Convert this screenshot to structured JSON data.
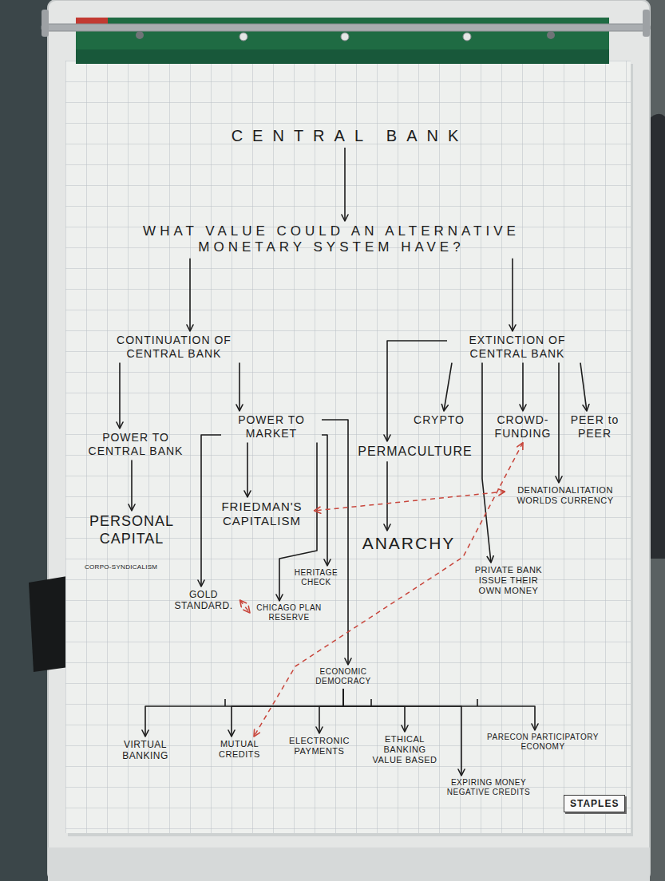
{
  "diagram": {
    "nodes": [
      {
        "text": [
          "CENTRAL BANK"
        ]
      },
      {
        "text": [
          "WHAT VALUE COULD AN ALTERNATIVE MONETARY SYSTEM HAVE?"
        ]
      },
      {
        "text": [
          "CONTINUATION OF CENTRAL BANK"
        ]
      },
      {
        "text": [
          "EXTINCTION OF CENTRAL BANK"
        ]
      },
      {
        "text": [
          "POWER TO CENTRAL BANK"
        ]
      },
      {
        "text": [
          "POWER TO MARKET"
        ]
      },
      {
        "text": [
          "CRYPTO"
        ]
      },
      {
        "text": [
          "CROWD-FUNDING"
        ]
      },
      {
        "text": [
          "PEER to PEER"
        ]
      },
      {
        "text": [
          "PERMACULTURE"
        ]
      },
      {
        "text": [
          "PERSONAL CAPITAL"
        ]
      },
      {
        "text": [
          "FRIEDMAN'S CAPITALISM"
        ]
      },
      {
        "text": [
          "ANARCHY"
        ]
      },
      {
        "text": [
          "DENATIONALITATION WORLDS CURRENCY"
        ]
      },
      {
        "text": [
          "HERITAGE CHECK"
        ]
      },
      {
        "text": [
          "GOLD STANDARD."
        ]
      },
      {
        "text": [
          "CHICAGO PLAN RESERVE"
        ]
      },
      {
        "text": [
          "PRIVATE BANK ISSUE THEIR OWN MONEY"
        ]
      },
      {
        "text": [
          "ECONOMIC DEMOCRACY"
        ]
      },
      {
        "text": [
          "VIRTUAL BANKING"
        ]
      },
      {
        "text": [
          "MUTUAL CREDITS"
        ]
      },
      {
        "text": [
          "ELECTRONIC PAYMENTS"
        ]
      },
      {
        "text": [
          "ETHICAL BANKING VALUE BASED"
        ]
      },
      {
        "text": [
          "EXPIRING MONEY NEGATIVE CREDITS"
        ]
      },
      {
        "text": [
          "PARECON PARTICIPATORY ECONOMY"
        ]
      }
    ],
    "edges": [
      {
        "from": 0,
        "to": 1,
        "arrow": "to"
      },
      {
        "from": 1,
        "to": 2,
        "arrow": "to"
      },
      {
        "from": 1,
        "to": 3,
        "arrow": "to"
      },
      {
        "from": 2,
        "to": 4,
        "arrow": "to"
      },
      {
        "from": 2,
        "to": 5,
        "arrow": "to"
      },
      {
        "from": 3,
        "to": 9,
        "arrow": "to"
      },
      {
        "from": 3,
        "to": 6,
        "arrow": "to"
      },
      {
        "from": 3,
        "to": 7,
        "arrow": "to"
      },
      {
        "from": 3,
        "to": 8,
        "arrow": "to"
      },
      {
        "from": 3,
        "to": 13,
        "arrow": "to"
      },
      {
        "from": 3,
        "to": 17,
        "arrow": "to"
      },
      {
        "from": 9,
        "to": 12,
        "arrow": "to"
      },
      {
        "from": 4,
        "to": 10,
        "arrow": "to"
      },
      {
        "from": 5,
        "to": 11,
        "arrow": "to"
      },
      {
        "from": 5,
        "to": 15,
        "arrow": "to"
      },
      {
        "from": 5,
        "to": 14,
        "arrow": "to"
      },
      {
        "from": 5,
        "to": 16,
        "arrow": "to"
      },
      {
        "from": 5,
        "to": 18,
        "arrow": "to"
      },
      {
        "from": 18,
        "to": 19,
        "arrow": "to"
      },
      {
        "from": 18,
        "to": 20,
        "arrow": "to"
      },
      {
        "from": 18,
        "to": 21,
        "arrow": "to"
      },
      {
        "from": 18,
        "to": 22,
        "arrow": "to"
      },
      {
        "from": 18,
        "to": 23,
        "arrow": "to"
      },
      {
        "from": 18,
        "to": 24,
        "arrow": "to"
      },
      {
        "from": 13,
        "to": 11,
        "arrow": "both"
      },
      {
        "from": 15,
        "to": 16,
        "arrow": "both"
      },
      {
        "from": 7,
        "to": 20,
        "arrow": "both"
      }
    ],
    "labels": [
      "CORPO-SYNDICALISM",
      "STAPLES"
    ]
  }
}
